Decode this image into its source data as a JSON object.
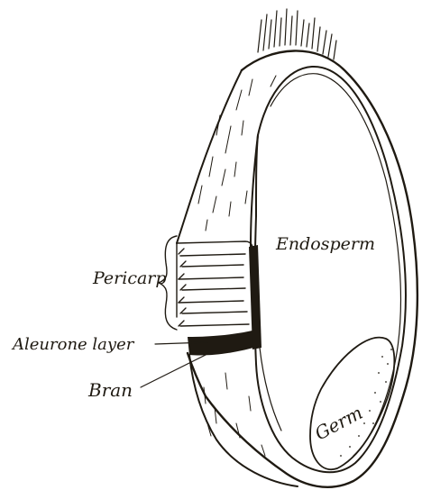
{
  "diagram": {
    "labels": {
      "endosperm": "Endosperm",
      "pericarp": "Pericarp",
      "aleurone": "Aleurone layer",
      "bran": "Bran",
      "germ": "Germ"
    },
    "colors": {
      "ink": "#1f1a12",
      "background": "#ffffff"
    }
  }
}
